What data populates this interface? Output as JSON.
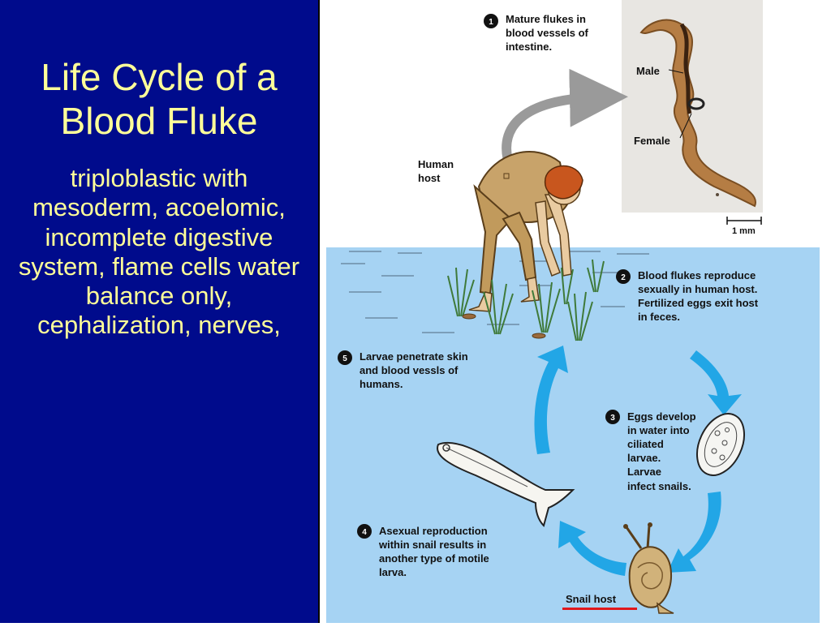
{
  "slide": {
    "title": "Life Cycle of a Blood Fluke",
    "body": "triploblastic with mesoderm, acoelomic, incomplete digestive system, flame cells water balance only, cephalization, nerves,"
  },
  "colors": {
    "left_background": "#000b8c",
    "title_text": "#ffff99",
    "water": "#a6d3f3",
    "cycle_arrow": "#22a6e6",
    "underline": "#e0181c"
  },
  "diagram": {
    "steps": [
      {
        "number": "1",
        "lines": [
          "Mature flukes in",
          "blood vessels of",
          "intestine."
        ]
      },
      {
        "number": "2",
        "lines": [
          "Blood flukes reproduce",
          "sexually in human host.",
          "Fertilized eggs exit host",
          "in feces."
        ]
      },
      {
        "number": "3",
        "lines": [
          "Eggs develop",
          "in water into",
          "ciliated",
          "larvae.",
          "Larvae",
          "infect snails."
        ]
      },
      {
        "number": "4",
        "lines": [
          "Asexual reproduction",
          "within snail results in",
          "another type of motile",
          "larva."
        ]
      },
      {
        "number": "5",
        "lines": [
          "Larvae penetrate skin",
          "and blood vessls of",
          "humans."
        ]
      }
    ],
    "labels": {
      "male": "Male",
      "female": "Female",
      "scale": "1 mm",
      "human_host": [
        "Human",
        "host"
      ],
      "snail_host": "Snail host"
    },
    "icons": [
      "fluke-photo",
      "human-figure-icon",
      "rice-plants-icon",
      "ciliated-larva-icon",
      "motile-larva-icon",
      "snail-icon",
      "cycle-arrow-icon"
    ]
  }
}
